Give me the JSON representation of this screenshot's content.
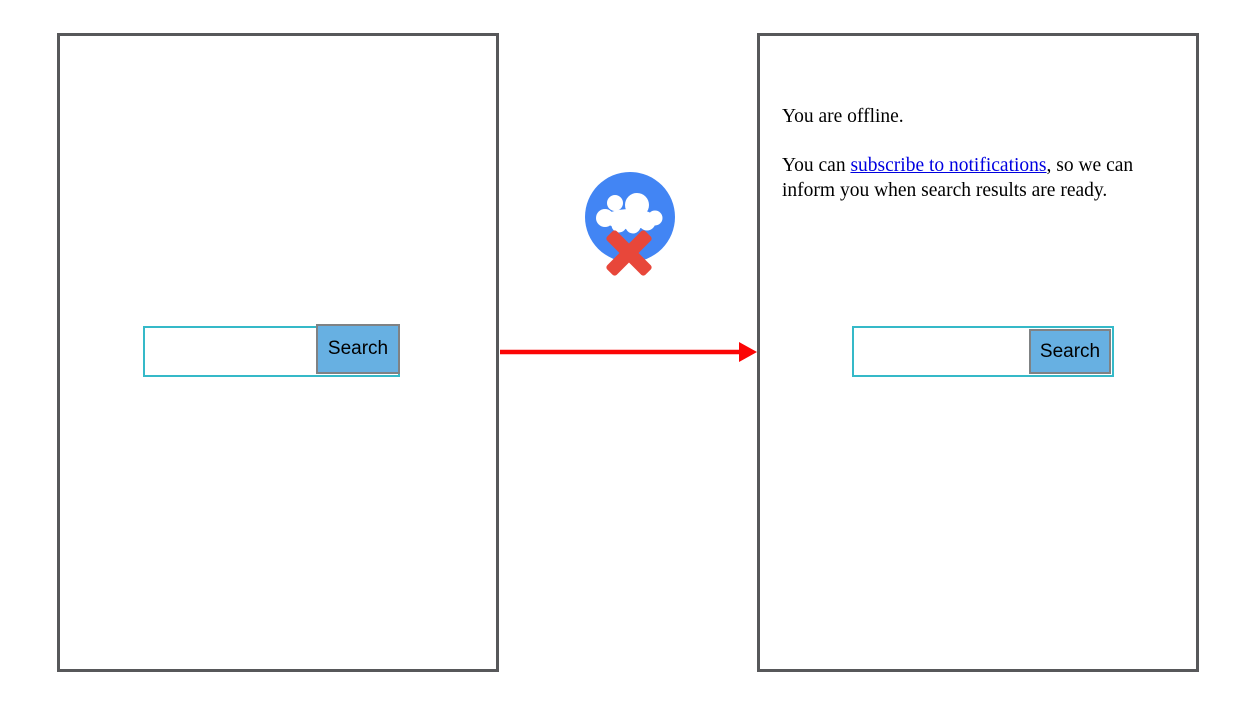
{
  "panels": {
    "before": {
      "search": {
        "value": "",
        "button_label": "Search"
      }
    },
    "after": {
      "message": {
        "line1": "You are offline.",
        "line2_prefix": "You can ",
        "link_text": "subscribe to notifications",
        "line2_suffix": ", so we can inform you when search results are ready."
      },
      "search": {
        "value": "",
        "button_label": "Search"
      }
    }
  },
  "icons": {
    "center_badge": "offline-cloud-icon",
    "connector": "red-arrow-right-icon"
  },
  "colors": {
    "frame_border": "#57585a",
    "input_border": "#35b9c8",
    "button_background": "#67b0e2",
    "button_border": "#7f8284",
    "link_blue": "#0000e0",
    "arrow_red": "#fb0505",
    "icon_circle_blue": "#4285f4",
    "icon_x_red": "#e8473a",
    "cloud_white": "#ffffff"
  }
}
